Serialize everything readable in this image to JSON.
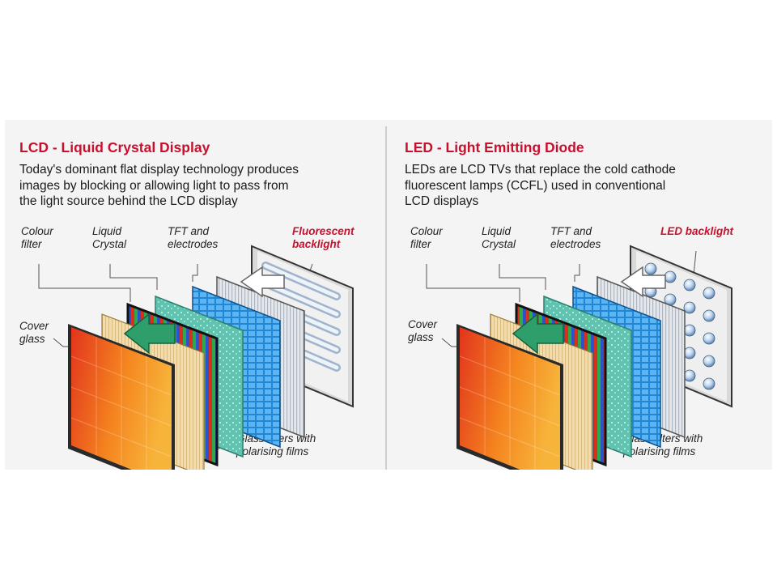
{
  "colors": {
    "title_red": "#c8102e",
    "panel_bg": "#f4f4f4",
    "cover_orange": "#f07a1f",
    "tft_blue": "#1f86d8",
    "liquid_crystal_teal": "#5fbfae",
    "polariser_cream": "#ead3a0"
  },
  "lcd": {
    "title": "LCD - Liquid Crystal Display",
    "description": "Today's dominant flat display technology produces\nimages by blocking or allowing light to pass from\nthe light source behind the LCD display",
    "labels": {
      "colour_filter": "Colour\nfilter",
      "liquid_crystal": "Liquid\nCrystal",
      "tft": "TFT and\nelectrodes",
      "backlight": "Fluorescent\nbacklight",
      "cover_glass": "Cover\nglass",
      "glass_filters": "Glass filters with\npolarising films"
    }
  },
  "led": {
    "title": "LED - Light Emitting Diode",
    "description": "LEDs are LCD TVs that replace the cold cathode\nfluorescent lamps (CCFL) used in conventional\nLCD displays",
    "labels": {
      "colour_filter": "Colour\nfilter",
      "liquid_crystal": "Liquid\nCrystal",
      "tft": "TFT and\nelectrodes",
      "backlight": "LED backlight",
      "cover_glass": "Cover\nglass",
      "glass_filters": "Glass filters with\npolarising films"
    }
  }
}
